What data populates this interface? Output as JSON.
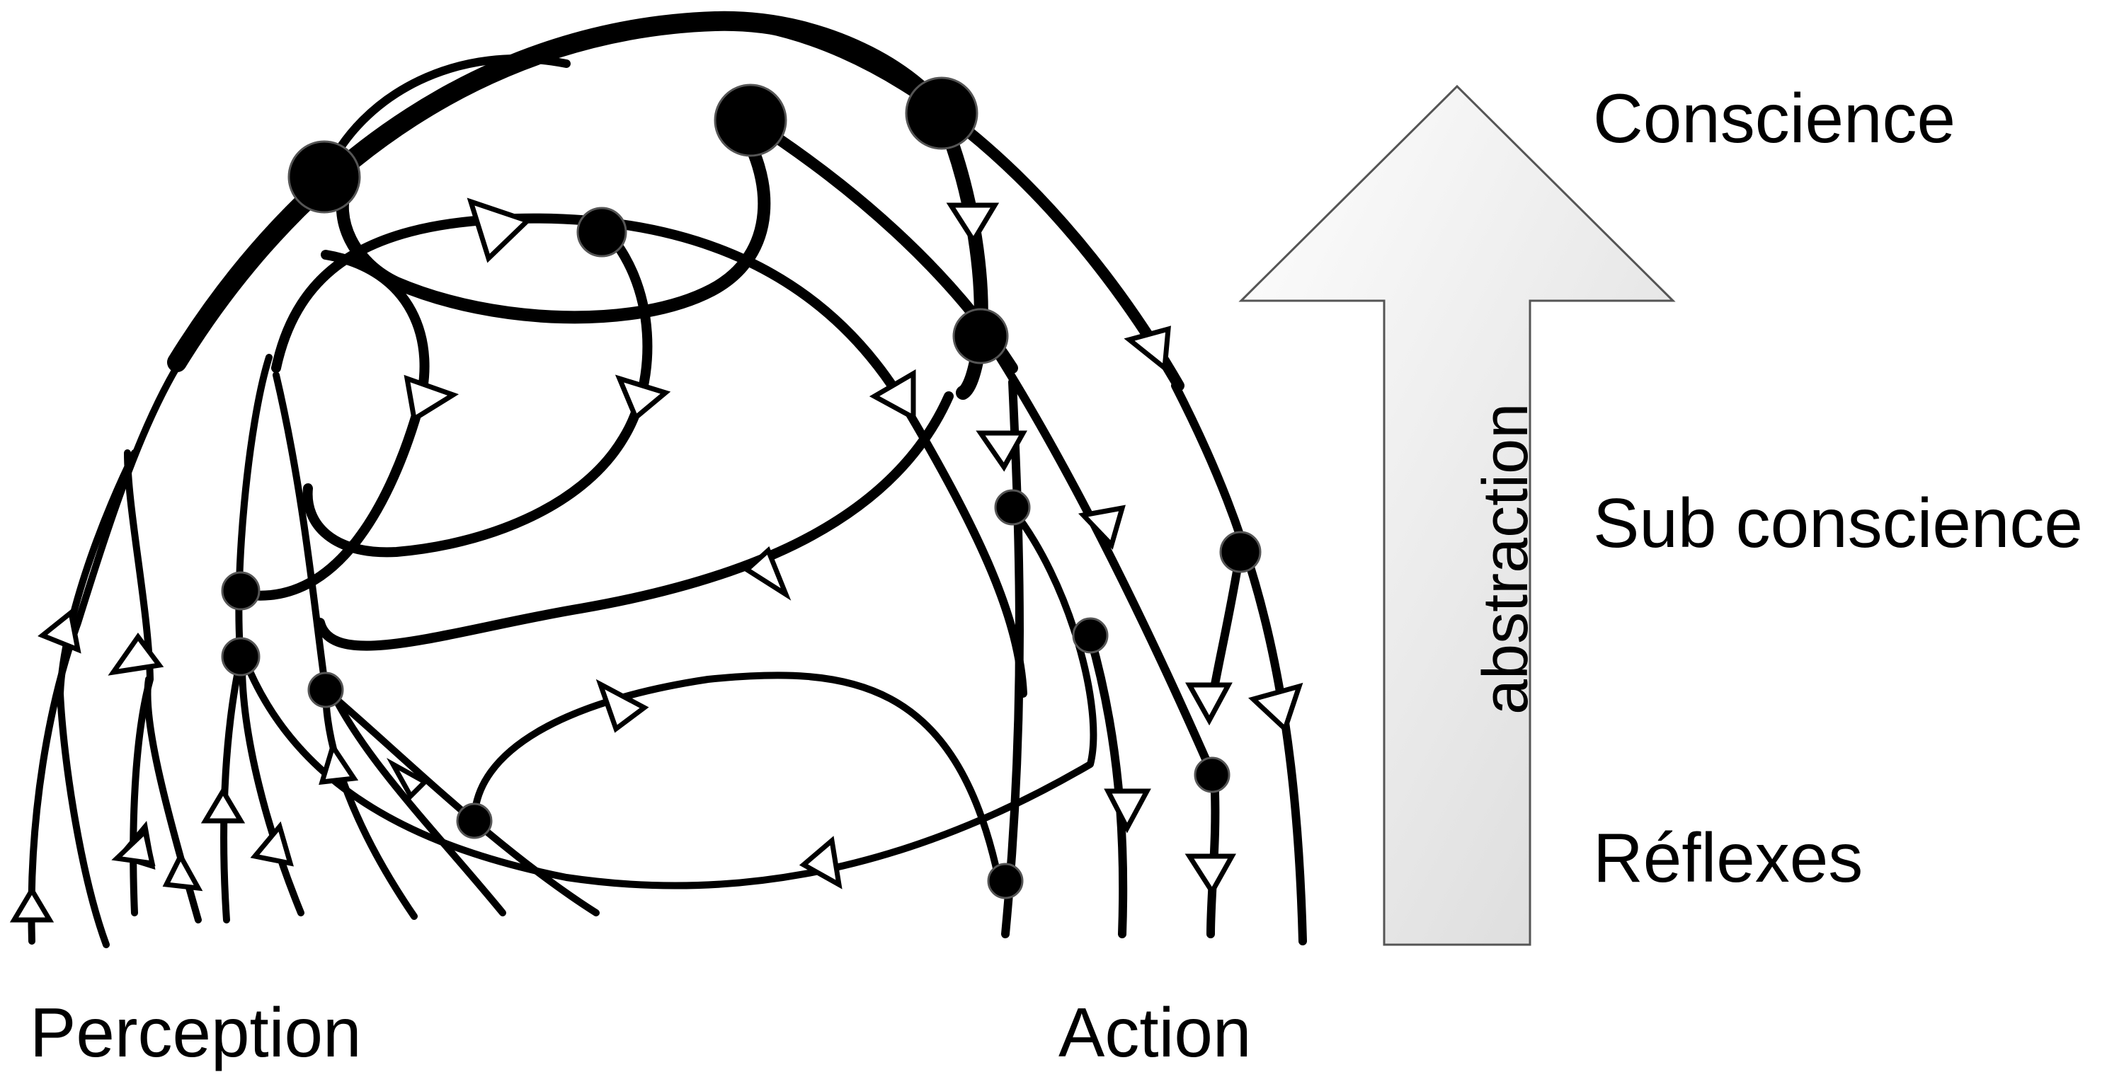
{
  "levels": [
    "Conscience",
    "Sub conscience",
    "Réflexes"
  ],
  "bottom_labels": {
    "left": "Perception",
    "right": "Action"
  },
  "abstraction_arrow": {
    "label": "abstraction",
    "fill_top": "#ffffff",
    "fill_bottom": "#d8d8d8"
  },
  "colors": {
    "ink": "#000000",
    "node": "#000000",
    "node_outline": "#555555",
    "arrowhead_fill": "#ffffff"
  }
}
